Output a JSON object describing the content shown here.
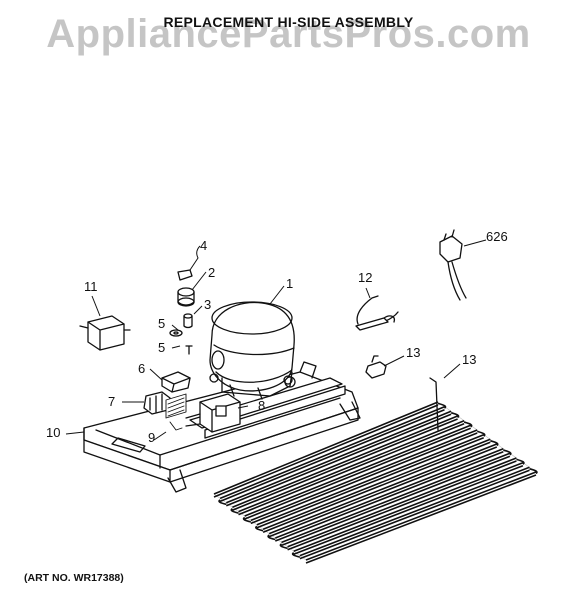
{
  "header": {
    "title": "REPLACEMENT HI-SIDE ASSEMBLY",
    "watermark": "AppliancePartsPros.com"
  },
  "footer": {
    "art_no": "(ART NO. WR17388)"
  },
  "callouts": {
    "c1": "1",
    "c2": "2",
    "c3": "3",
    "c4": "4",
    "c5a": "5",
    "c5b": "5",
    "c6": "6",
    "c7": "7",
    "c8": "8",
    "c9": "9",
    "c10": "10",
    "c11": "11",
    "c12": "12",
    "c13a": "13",
    "c13b": "13",
    "c626": "626"
  },
  "colors": {
    "line": "#111111",
    "watermark": "#969696"
  }
}
